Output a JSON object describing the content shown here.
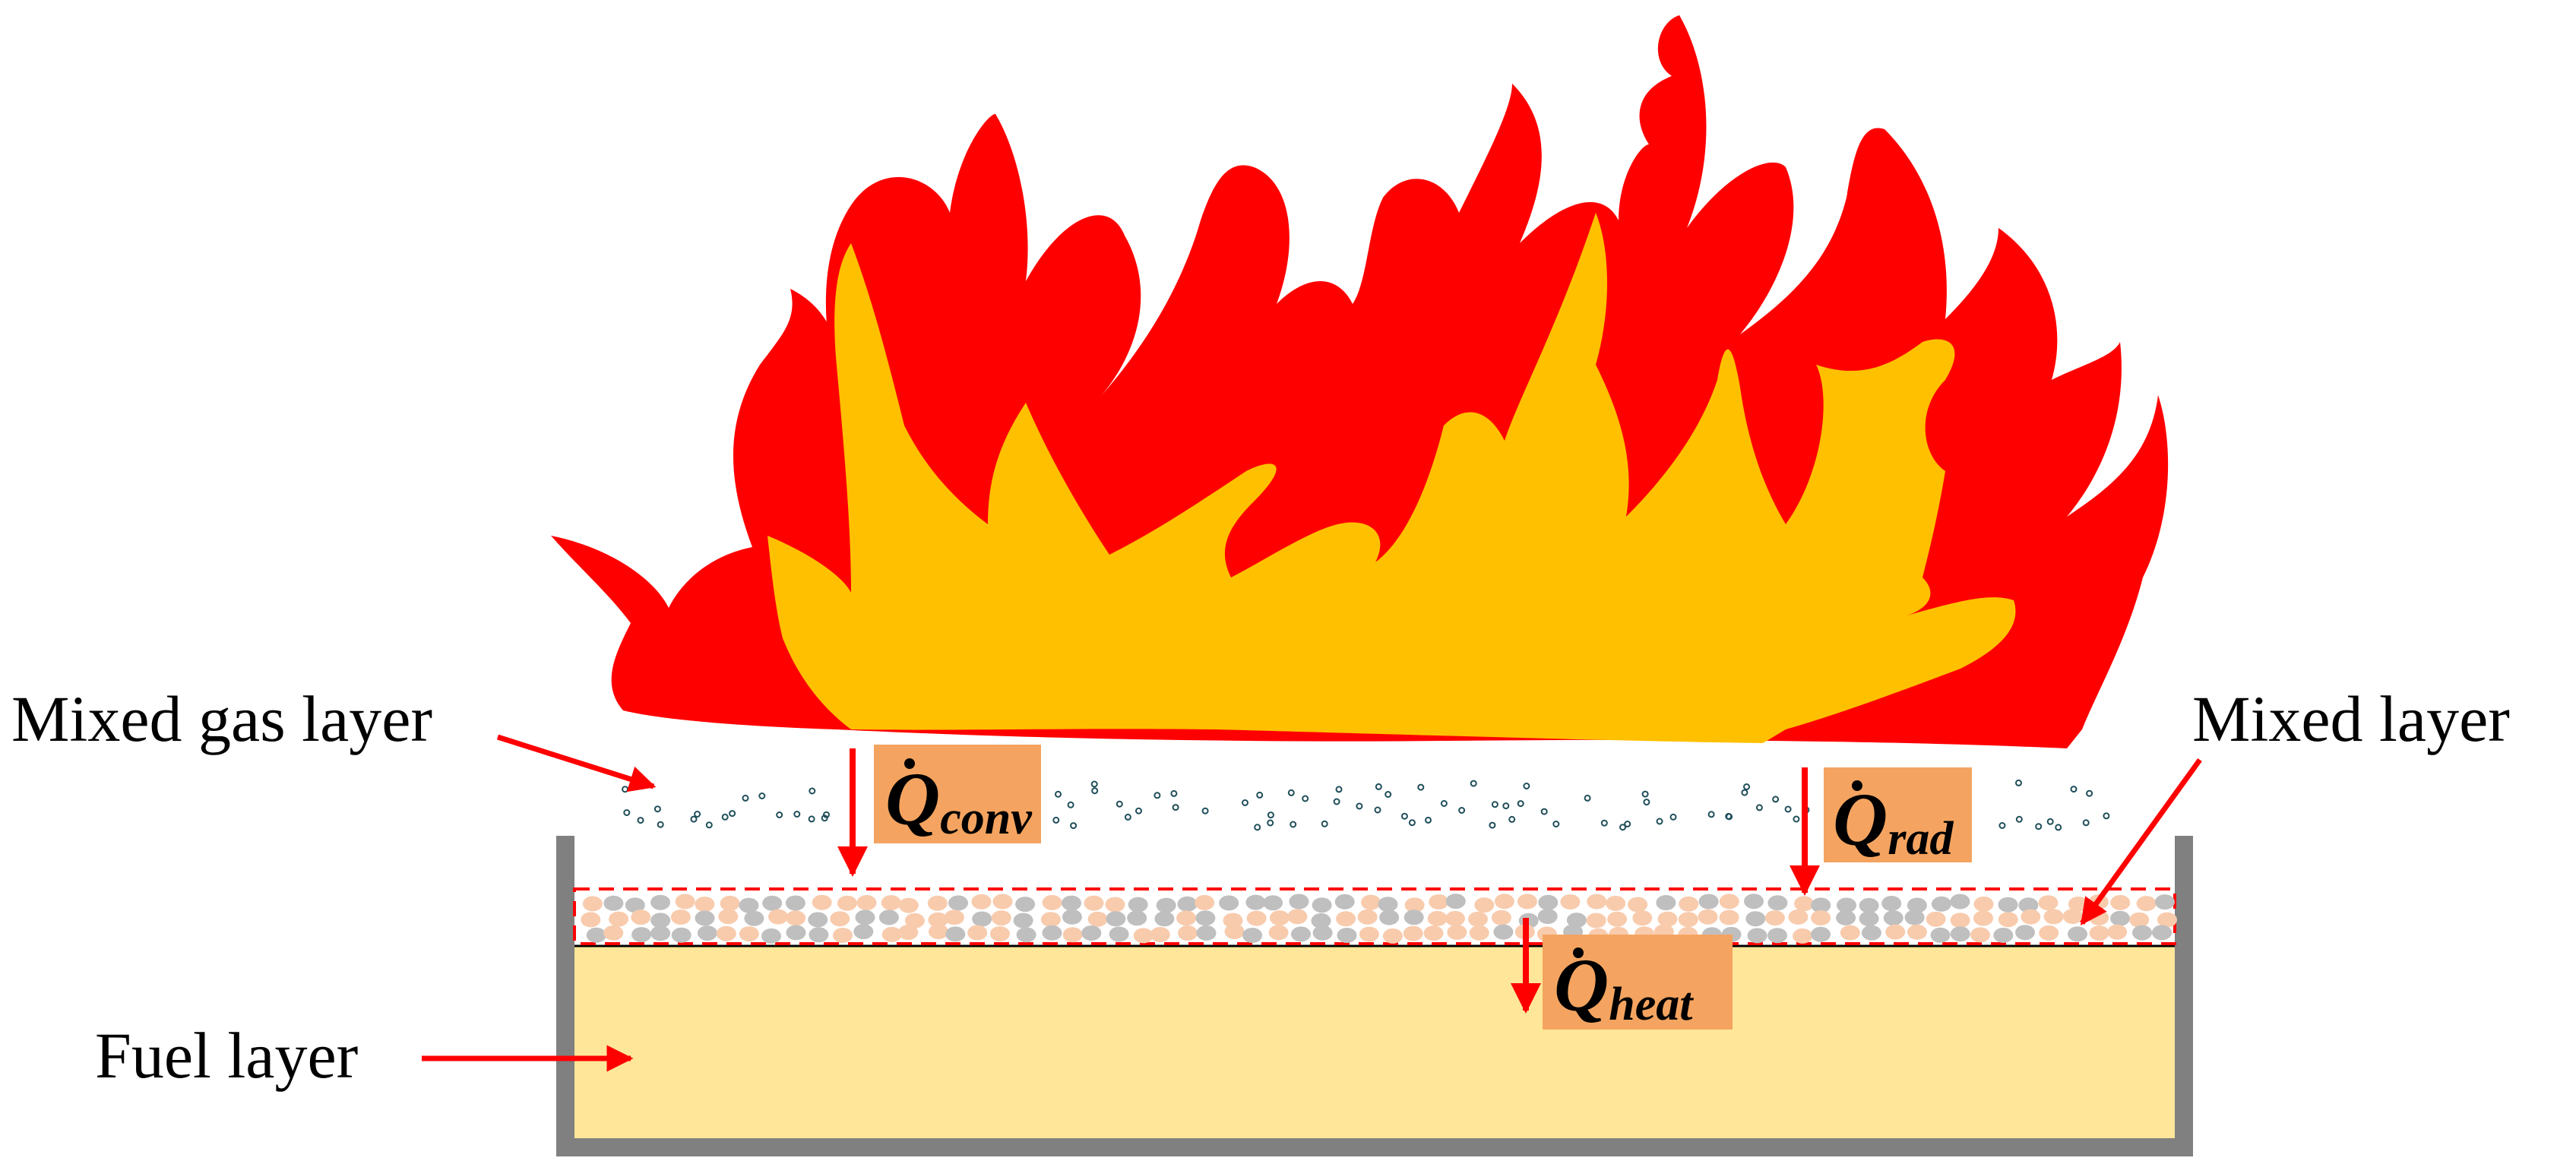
{
  "labels": {
    "mixed_gas_layer": "Mixed gas layer",
    "mixed_layer": "Mixed layer",
    "fuel_layer": "Fuel layer"
  },
  "heat_terms": {
    "conv": {
      "symbol": "Q",
      "subscript": "conv"
    },
    "rad": {
      "symbol": "Q",
      "subscript": "rad"
    },
    "heat": {
      "symbol": "Q",
      "subscript": "heat"
    }
  },
  "colors": {
    "flame_outer": "#ff0000",
    "flame_inner": "#ffc000",
    "fuel": "#ffe699",
    "container": "#808080",
    "label_box": "#f4a460",
    "arrow": "#ff0000",
    "gas_dots": "#1f4e5a",
    "particle_orange": "#f8cbad",
    "particle_gray": "#bfbfbf"
  }
}
